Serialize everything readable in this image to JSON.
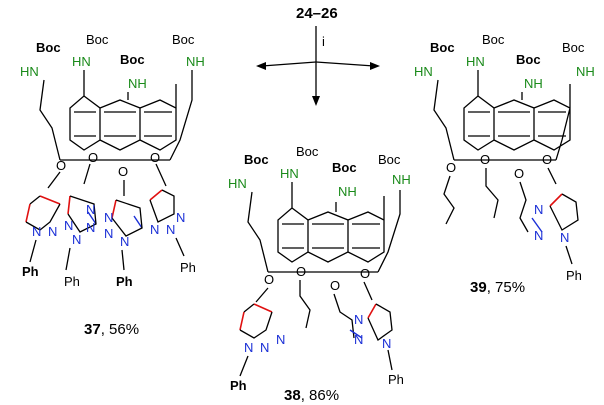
{
  "reactant": "24–26",
  "reagent": "i",
  "products": [
    {
      "id": "37",
      "yield": ", 56%",
      "boc_labels": [
        "Boc",
        "Boc",
        "Boc",
        "Boc"
      ],
      "nh_labels": [
        "HN",
        "HN",
        "NH",
        "NH"
      ],
      "triazole_atoms": [
        "N",
        "N",
        "N"
      ],
      "ph_labels": [
        "Ph",
        "Ph",
        "Ph",
        "Ph"
      ],
      "o_label": "O"
    },
    {
      "id": "38",
      "yield": ", 86%",
      "boc_labels": [
        "Boc",
        "Boc",
        "Boc",
        "Boc"
      ],
      "nh_labels": [
        "HN",
        "HN",
        "NH",
        "NH"
      ],
      "triazole_atoms": [
        "N",
        "N",
        "N"
      ],
      "ph_labels": [
        "Ph",
        "Ph"
      ],
      "o_label": "O"
    },
    {
      "id": "39",
      "yield": ", 75%",
      "boc_labels": [
        "Boc",
        "Boc",
        "Boc",
        "Boc"
      ],
      "nh_labels": [
        "HN",
        "HN",
        "NH",
        "NH"
      ],
      "triazole_atoms": [
        "N",
        "N",
        "N"
      ],
      "ph_labels": [
        "Ph"
      ],
      "o_label": "O"
    }
  ]
}
